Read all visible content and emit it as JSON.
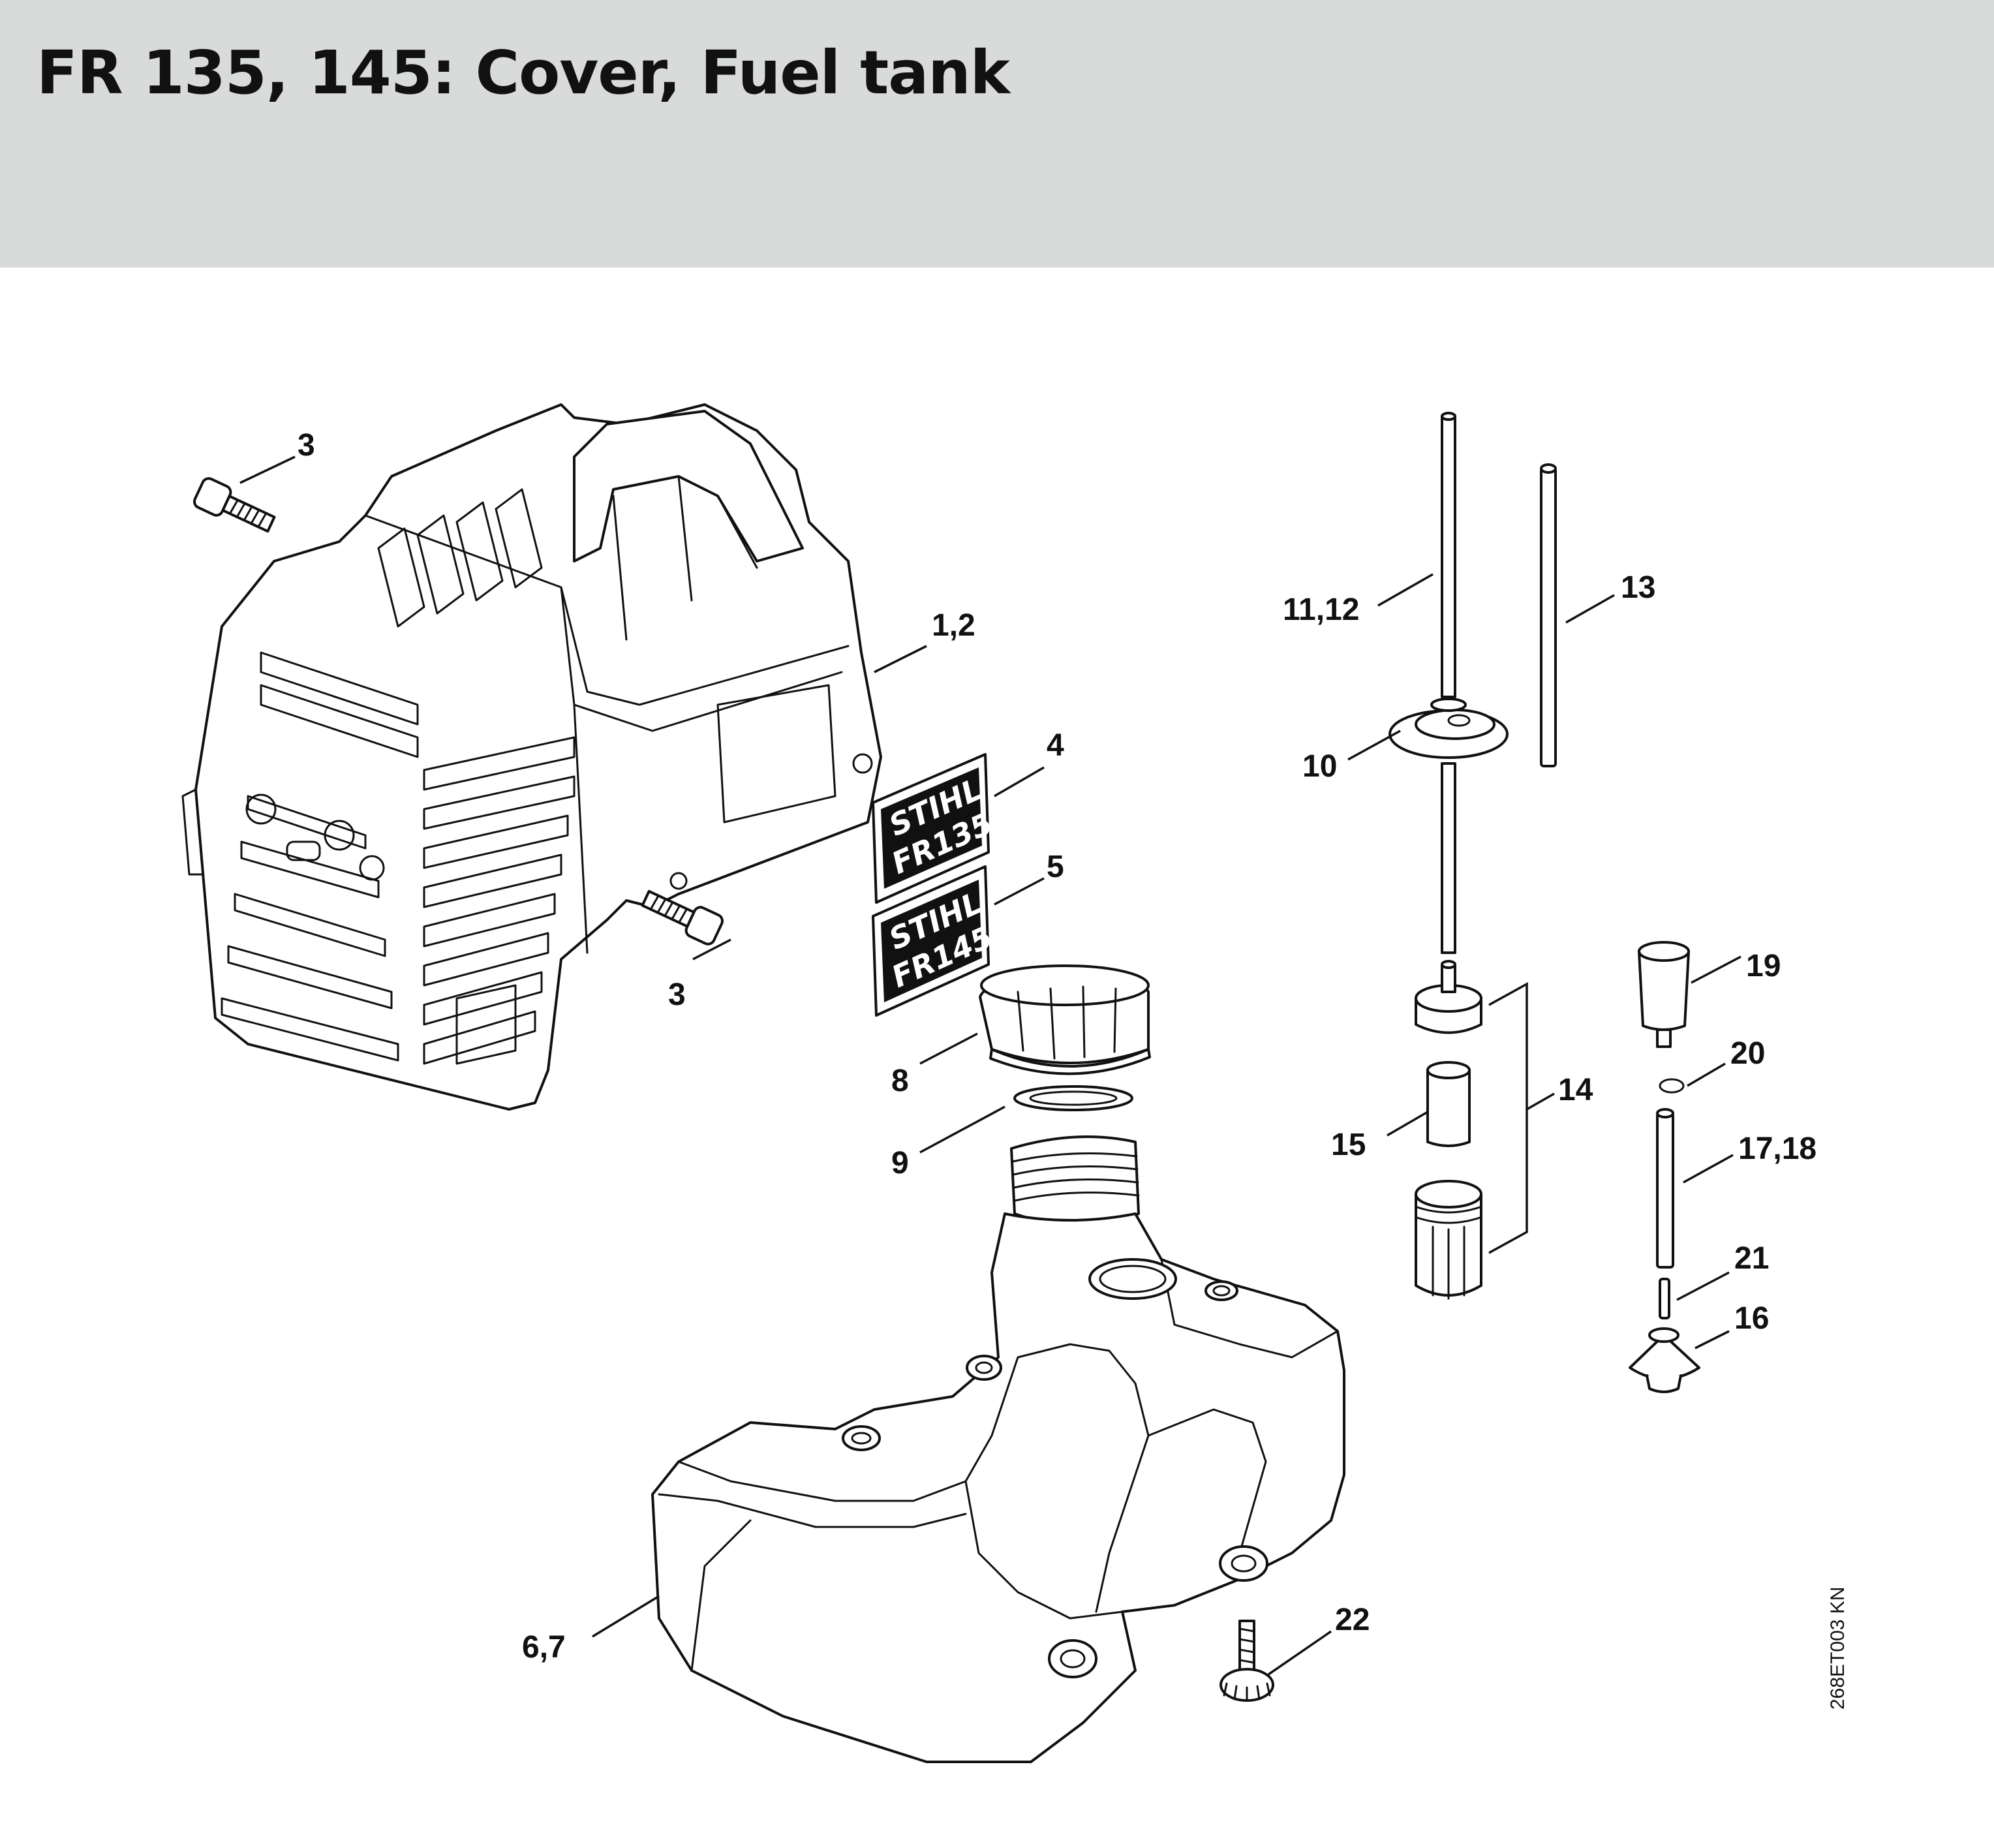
{
  "title": "FR 135, 145: Cover, Fuel tank",
  "reference_code": "268ET003 KN",
  "decals": {
    "fr135": {
      "brand": "STIHL",
      "model": "FR135"
    },
    "fr145": {
      "brand": "STIHL",
      "model": "FR145"
    }
  },
  "callouts": {
    "c3a": "3",
    "c12": "1,2",
    "c3b": "3",
    "c4": "4",
    "c5": "5",
    "c8": "8",
    "c9": "9",
    "c67": "6,7",
    "c22": "22",
    "c1112": "11,12",
    "c13": "13",
    "c10": "10",
    "c14": "14",
    "c15": "15",
    "c19": "19",
    "c20": "20",
    "c1718": "17,18",
    "c21": "21",
    "c16": "16"
  }
}
